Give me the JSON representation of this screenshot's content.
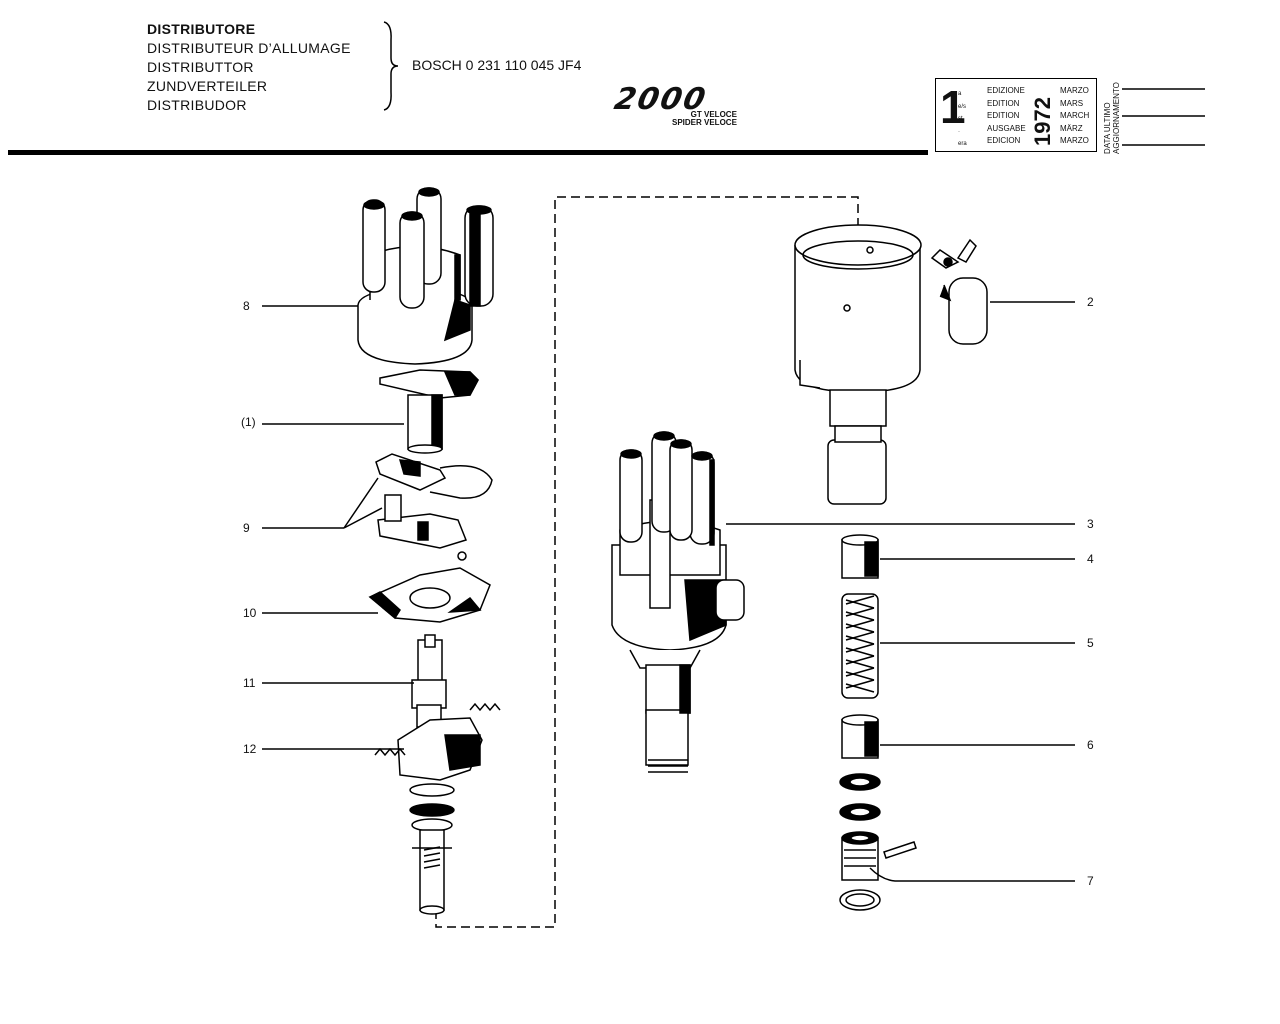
{
  "header": {
    "titles": [
      "DISTRIBUTORE",
      "DISTRIBUTEUR D’ALLUMAGE",
      "DISTRIBUTTOR",
      "ZUNDVERTEILER",
      "DISTRIBUDOR"
    ],
    "part_number": "BOSCH 0 231 110 045 JF4",
    "model_logo": "2000",
    "model_sub_1": "GT VELOCE",
    "model_sub_2": "SPIDER VELOCE"
  },
  "edition": {
    "number": "1",
    "suffixes": [
      "a",
      "e/s",
      "st",
      "·",
      "era"
    ],
    "names": [
      "EDIZIONE",
      "EDITION",
      "EDITION",
      "AUSGABE",
      "EDICION"
    ],
    "year": "1972",
    "months": [
      "MARZO",
      "MARS",
      "MARCH",
      "MÄRZ",
      "MARZO"
    ],
    "last_update_line1": "DATA ULTIMO",
    "last_update_line2": "AGGIORNAMENTO"
  },
  "callouts": {
    "c8": "8",
    "c1": "(1)",
    "c9": "9",
    "c10": "10",
    "c11": "11",
    "c12": "12",
    "c2": "2",
    "c3": "3",
    "c4": "4",
    "c5": "5",
    "c6": "6",
    "c7": "7"
  }
}
